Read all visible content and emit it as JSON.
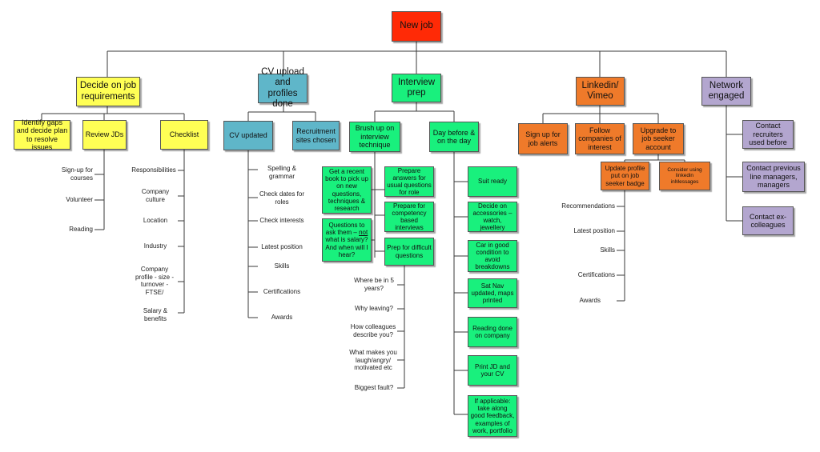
{
  "colors": {
    "root": "#ff2a06",
    "requirements": "#ffff55",
    "cv": "#5fb6c9",
    "interview": "#19f07d",
    "linkedin": "#ef7a2a",
    "network": "#b3a6cf"
  },
  "root": {
    "label": "New job"
  },
  "branches": {
    "requirements": {
      "label": "Decide on job requirements",
      "identify": "Identify gaps and decide plan to resolve issues",
      "review": "Review JDs",
      "checklist": "Checklist",
      "review_items": [
        "Sign-up for courses",
        "Volunteer",
        "Reading"
      ],
      "checklist_items": [
        "Responsibilities",
        "Company culture",
        "Location",
        "Industry",
        "Company profile - size - turnover - FTSE/",
        "Salary & benefits"
      ]
    },
    "cv": {
      "label": "CV upload and profiles done",
      "updated": "CV updated",
      "sites": "Recruitment sites chosen",
      "updated_items": [
        "Spelling & grammar",
        "Check dates for roles",
        "Check interests",
        "Latest position",
        "Skills",
        "Certifications",
        "Awards"
      ]
    },
    "interview": {
      "label": "Interview prep",
      "brush": "Brush up on interview technique",
      "dayBefore": "Day before & on the day",
      "book": "Get a recent book to pick up on new questions, techniques & research",
      "questions": "Questions to ask them – not what is salary? And when will I hear?",
      "prepUsual": "Prepare answers for usual questions for role",
      "prepCompetency": "Prepare for competency based interviews",
      "prepDifficult": "Prep for difficult questions",
      "difficult_items": [
        "Where be in 5 years?",
        "Why leaving?",
        "How colleagues describe you?",
        "What makes you laugh/angry/ motivated etc",
        "Biggest fault?"
      ],
      "day_items": [
        "Suit ready",
        "Decide on accessories – watch, jewellery",
        "Car in good condition to avoid breakdowns",
        "Sat Nav updated, maps printed",
        "Reading done on company",
        "Print JD and your CV",
        "If applicable: take along good feedback, examples of work, portfolio"
      ]
    },
    "linkedin": {
      "label": "Linkedin/ Vimeo",
      "signup": "Sign up for job alerts",
      "follow": "Follow companies of interest",
      "upgrade": "Upgrade to job seeker account",
      "badge": "Update profile put on job seeker badge",
      "inmessages": "Consider using linkedin inMessages",
      "badge_items": [
        "Recommendations",
        "Latest position",
        "Skills",
        "Certifications",
        "Awards"
      ]
    },
    "network": {
      "label": "Network engaged",
      "items": [
        "Contact recruiters used before",
        "Contact previous line managers, managers",
        "Contact ex-colleagues"
      ]
    }
  }
}
